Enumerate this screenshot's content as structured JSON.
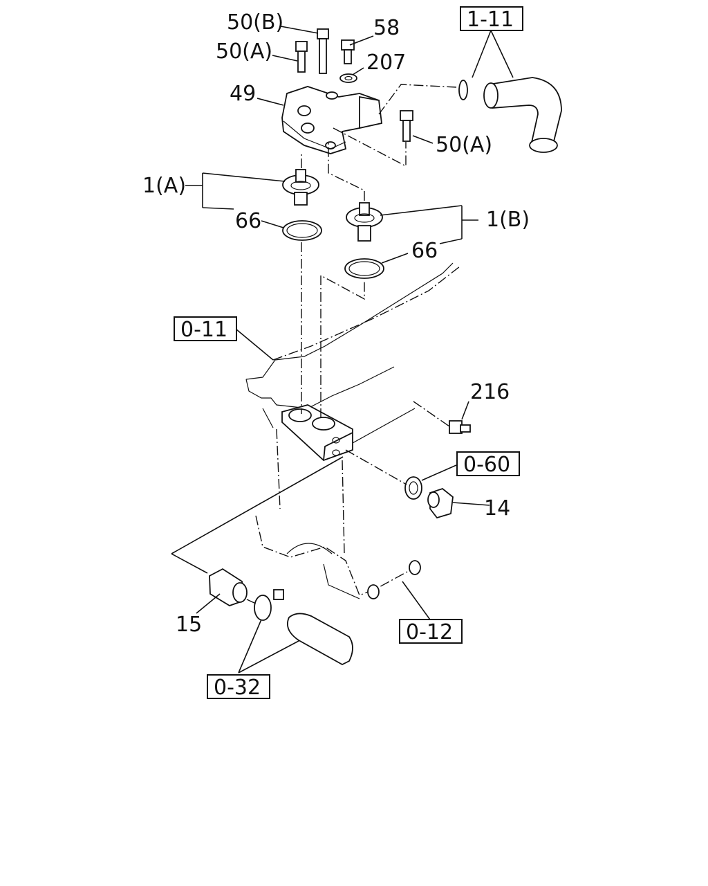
{
  "labels": {
    "bolt_50b": "50(B)",
    "bolt_58": "58",
    "bolt_50a_top": "50(A)",
    "washer_207": "207",
    "housing_49": "49",
    "bolt_50a_right": "50(A)",
    "thermostat_1a": "1(A)",
    "gasket_66_left": "66",
    "thermostat_1b": "1(B)",
    "gasket_66_right": "66",
    "sensor_216": "216",
    "plug_14": "14",
    "fitting_15": "15"
  },
  "refs": {
    "hose_group": "1-11",
    "cylinder_head": "0-11",
    "gasket_group": "0-60",
    "engine_block": "0-12",
    "clamp_group": "0-32"
  }
}
